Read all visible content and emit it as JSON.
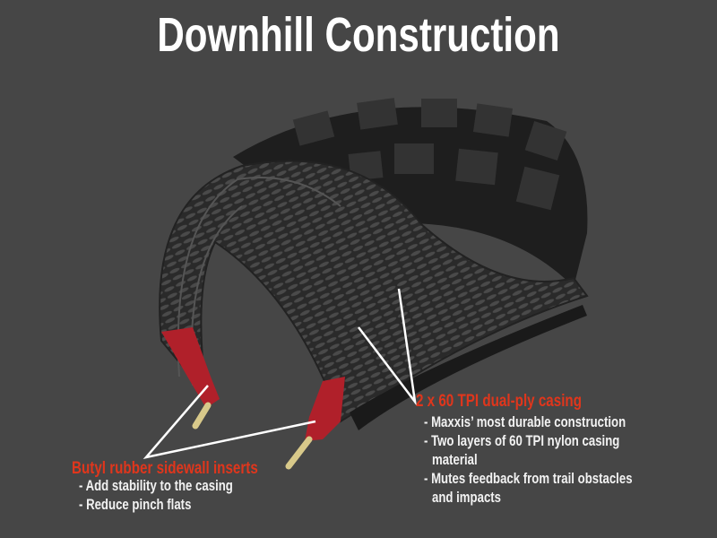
{
  "title": "Downhill Construction",
  "callouts": {
    "inserts": {
      "heading": "Butyl rubber sidewall inserts",
      "bullets": [
        "- Add stability to the casing",
        "- Reduce pinch flats"
      ]
    },
    "casing": {
      "heading": "2 x 60 TPI dual-ply casing",
      "bullets": [
        "- Maxxis’ most durable construction",
        "- Two layers of 60 TPI nylon casing",
        "material",
        "- Mutes feedback from trail obstacles",
        "and impacts"
      ]
    }
  },
  "colors": {
    "background": "#464646",
    "accent": "#e0361c",
    "insert": "#b0202a",
    "bead": "#d8c98a"
  }
}
